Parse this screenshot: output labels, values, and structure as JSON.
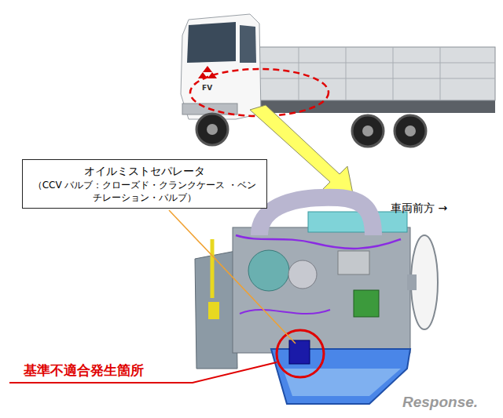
{
  "diagram": {
    "nodes": [
      {
        "text": [
          "オイルミストセパレータ",
          "（CCV バルブ：クローズド・クランクケース ・ベンチレーション・バルブ）"
        ]
      }
    ],
    "labels": [
      "FV",
      "車両前方 →",
      "基準不適合発生箇所",
      "Response."
    ]
  }
}
